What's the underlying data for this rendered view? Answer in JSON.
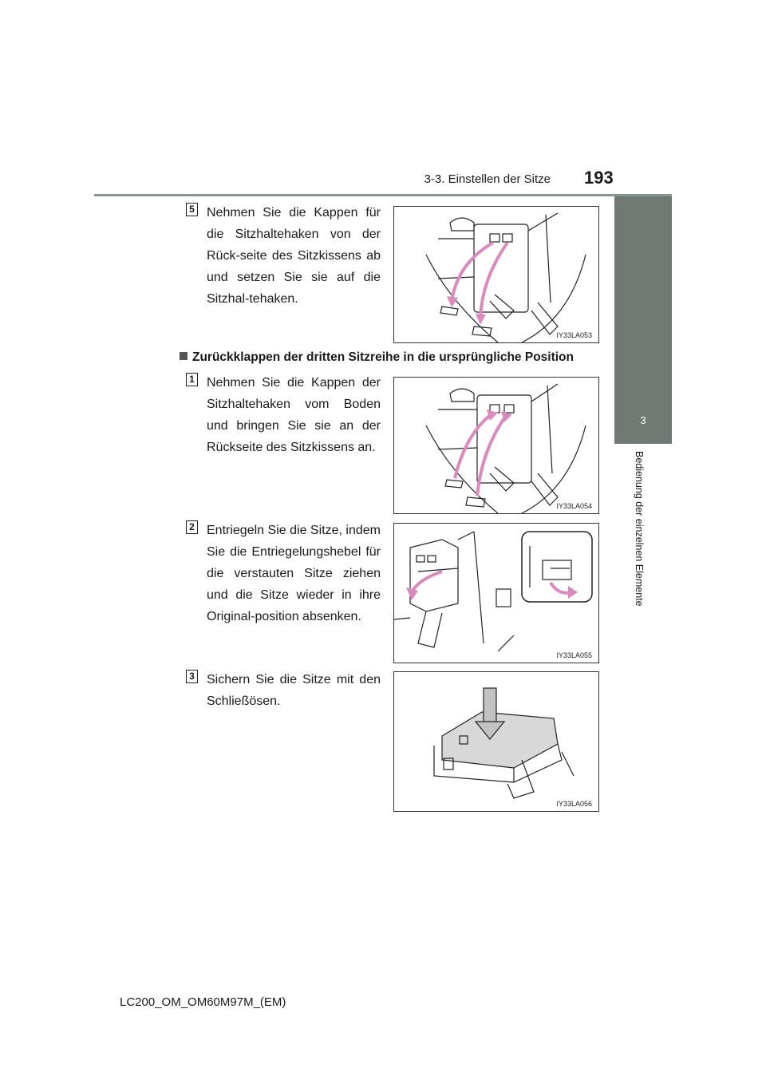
{
  "header": {
    "section": "3-3. Einstellen der Sitze",
    "page_number": "193"
  },
  "side_tab": {
    "chapter_number": "3",
    "chapter_title": "Bedienung der einzelnen Elemente"
  },
  "steps_top": [
    {
      "number": "5",
      "text": "Nehmen Sie die Kappen für die Sitzhaltehaken von der Rück-seite des Sitzkissens ab und setzen Sie sie auf die Sitzhal-tehaken.",
      "figure_code": "IY33LA053"
    }
  ],
  "subheading": "Zurückklappen der dritten Sitzreihe in die ursprüngliche Position",
  "steps": [
    {
      "number": "1",
      "text": "Nehmen Sie die Kappen der Sitzhaltehaken vom Boden und bringen Sie sie an der Rückseite des Sitzkissens an.",
      "figure_code": "IY33LA054"
    },
    {
      "number": "2",
      "text": "Entriegeln Sie die Sitze, indem Sie die Entriegelungshebel für die verstauten Sitze ziehen und die Sitze wieder in ihre Original-position absenken.",
      "figure_code": "IY33LA055"
    },
    {
      "number": "3",
      "text": "Sichern Sie die Sitze mit den Schließösen.",
      "figure_code": "IY33LA056"
    }
  ],
  "footer": "LC200_OM_OM60M97M_(EM)",
  "colors": {
    "arrow_pink": "#d98bbd",
    "tab_gray": "#6f7a74",
    "rule_gray": "#8a948f"
  }
}
